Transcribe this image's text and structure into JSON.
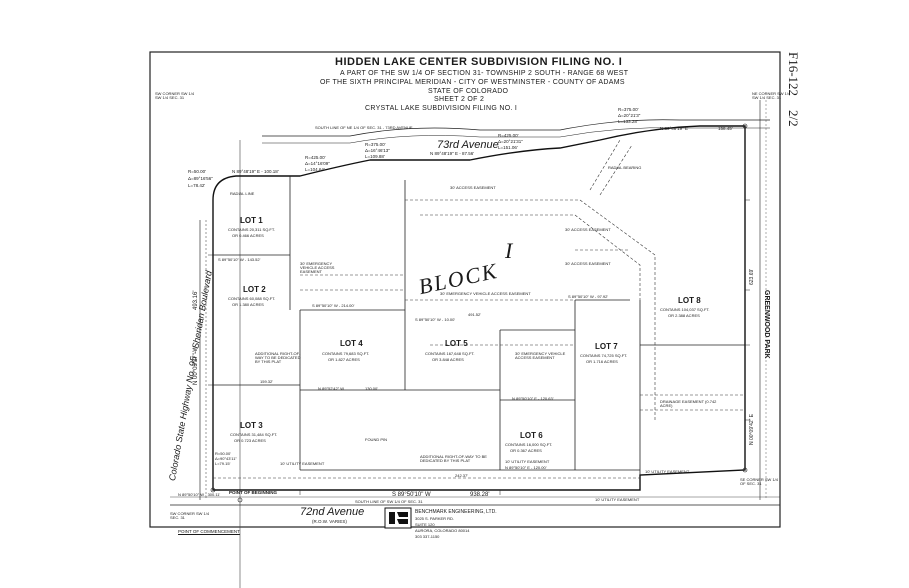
{
  "title": {
    "main": "HIDDEN LAKE CENTER SUBDIVISION FILING NO. I",
    "line1": "A PART OF THE SW 1/4 OF SECTION 31- TOWNSHIP 2 SOUTH - RANGE 68 WEST",
    "line2": "OF THE SIXTH PRINCIPAL MERIDIAN - CITY OF WESTMINSTER - COUNTY OF ADAMS",
    "line3": "STATE OF COLORADO",
    "sheet": "SHEET 2 OF 2",
    "parent": "CRYSTAL LAKE SUBDIVISION FILING NO. I"
  },
  "side_labels": {
    "sheet_code": "F16-122",
    "sheet_fraction": "2/2",
    "greenwood": "GREENWOOD PARK",
    "highway": "Colorado State Highway No. 95 - Sheridan Boulevard"
  },
  "streets": {
    "south": "72nd Avenue",
    "south_row": "(R.O.W. VARIES)",
    "north": "73rd Avenue"
  },
  "lots": [
    {
      "name": "LOT 1",
      "area": "CONTAINS 20,311 SQ.FT.",
      "acres": "OR 0.466 ACRES"
    },
    {
      "name": "LOT 2",
      "area": "CONTAINS 60,088 SQ.FT.",
      "acres": "OR 1.380 ACRES"
    },
    {
      "name": "LOT 3",
      "area": "CONTAINS 31,484 SQ.FT.",
      "acres": "OR 0.723 ACRES"
    },
    {
      "name": "LOT 4",
      "area": "CONTAINS 79,683 SQ.FT.",
      "acres": "OR 1.827 ACRES"
    },
    {
      "name": "LOT 5",
      "area": "CONTAINS 167,648 SQ.FT.",
      "acres": "OR 3.848 ACRES"
    },
    {
      "name": "LOT 6",
      "area": "CONTAINS 16,000 SQ.FT.",
      "acres": "OR 0.367 ACRES"
    },
    {
      "name": "LOT 7",
      "area": "CONTAINS 74,725 SQ.FT.",
      "acres": "OR 1.716 ACRES"
    },
    {
      "name": "LOT 8",
      "area": "CONTAINS 104,037 SQ.FT.",
      "acres": "OR 2.388 ACRES"
    }
  ],
  "block_label": "BLOCK",
  "block_number": "I",
  "easements": {
    "access_top": "30' ACCESS EASEMENT",
    "evac_lot1": "30' EMERGENCY VEHICLE ACCESS EASEMENT",
    "evac_center": "30' EMERGENCY VEHICLE ACCESS EASEMENT",
    "evac_lot5": "30' EMERGENCY VEHICLE ACCESS EASEMENT",
    "access_right": "30' ACCESS EASEMENT",
    "access_lot7": "30' ACCESS EASEMENT",
    "drainage": "DRAINAGE EASEMENT (0.742 ACRE)",
    "utility_lot3": "10' UTILITY EASEMENT",
    "utility_lot6": "10' UTILITY EASEMENT",
    "utility_bottom": "10' UTILITY EASEMENT",
    "utility_right": "10' UTILITY EASEMENT",
    "row_lot2": "ADDITIONAL RIGHT-OF-WAY TO BE DEDICATED BY THIS PLAT",
    "row_lot6": "ADDITIONAL RIGHT-OF-WAY TO BE DEDICATED BY THIS PLAT"
  },
  "curves": {
    "c_left": [
      "R=50.00'",
      "Δ=89°16'56\"",
      "L=78.42'"
    ],
    "c_top1": [
      "R=425.00'",
      "Δ=14°16'09\"",
      "L=104.64'"
    ],
    "c_top2": [
      "R=375.00'",
      "Δ=16°46'13\"",
      "L=109.88'"
    ],
    "c_top3": [
      "R=425.00'",
      "Δ=20°21'31\"",
      "L=151.06'"
    ],
    "c_right": [
      "R=375.00'",
      "Δ=20°21'3\"",
      "L=133.28'"
    ],
    "c_lot3": [
      "R=50.00'",
      "Δ=90°43'11\"",
      "L=79.15'"
    ]
  },
  "bearings": {
    "north_top": "N 89°48'19\" E - 87.56'",
    "north_right": "N 89°48'19\" E",
    "north_right_dist": "158.45'",
    "north_left": "N 89°48'19\" E - 100.18'",
    "west_line": "N 00°03'37\" W",
    "west_dist": "493.16'",
    "south_line": "S 89°50'10\" W",
    "south_dist": "938.28'",
    "lot1_south": "S 89°50'10\" W - 143.52'",
    "center_south": "S 89°50'10\" W - 214.00'",
    "lot5_north": "S 89°50'10\" W - 10.00'",
    "lot7_north": "S 89°50'10\" W - 97.92'",
    "lot6_north": "N 89°50'10\" E - 120.63'",
    "lot4_south": "N 89°52'42\" W",
    "lot4_dist": "130.00'",
    "right_edge": "N 00°09'42\" E",
    "right_dist": "623.69'",
    "pob_line": "N 89°50'10\" W - 300.11'",
    "lot5_width": "491.52'",
    "lot6_dist": "242.37'",
    "lot3_width": "159.32'",
    "bottom_lot": "N 89°50'10\" E - 120.00'"
  },
  "notes": {
    "point_beginning": "POINT OF BEGINNING",
    "point_commencement": "POINT OF COMMENCEMENT",
    "radial_line": "RADIAL LINE",
    "radial_bearing": "RADIAL BEARING",
    "north_row": "SOUTH LINE OF NE 1/4 OF SEC. 31 - 73RD AVENUE",
    "south_row": "SOUTH LINE OF SW 1/4 OF SEC. 31",
    "corner_ne": "NE CORNER SW 1/4 SW 1/4 SEC. 31",
    "corner_se": "SE CORNER SW 1/4 OF SEC. 31",
    "corner_nw": "SW CORNER SW 1/4 SW 1/4 SEC. 31",
    "corner_sw": "SW CORNER SW 1/4 SEC. 31",
    "found_pin": "FOUND PIN"
  },
  "engineer": {
    "name": "BENCHMARK ENGINEERING, LTD.",
    "address1": "3025 S. PARKER RD.",
    "address2": "SUITE 120",
    "city": "AURORA, COLORADO 80014",
    "phone": "303 337-1150"
  }
}
